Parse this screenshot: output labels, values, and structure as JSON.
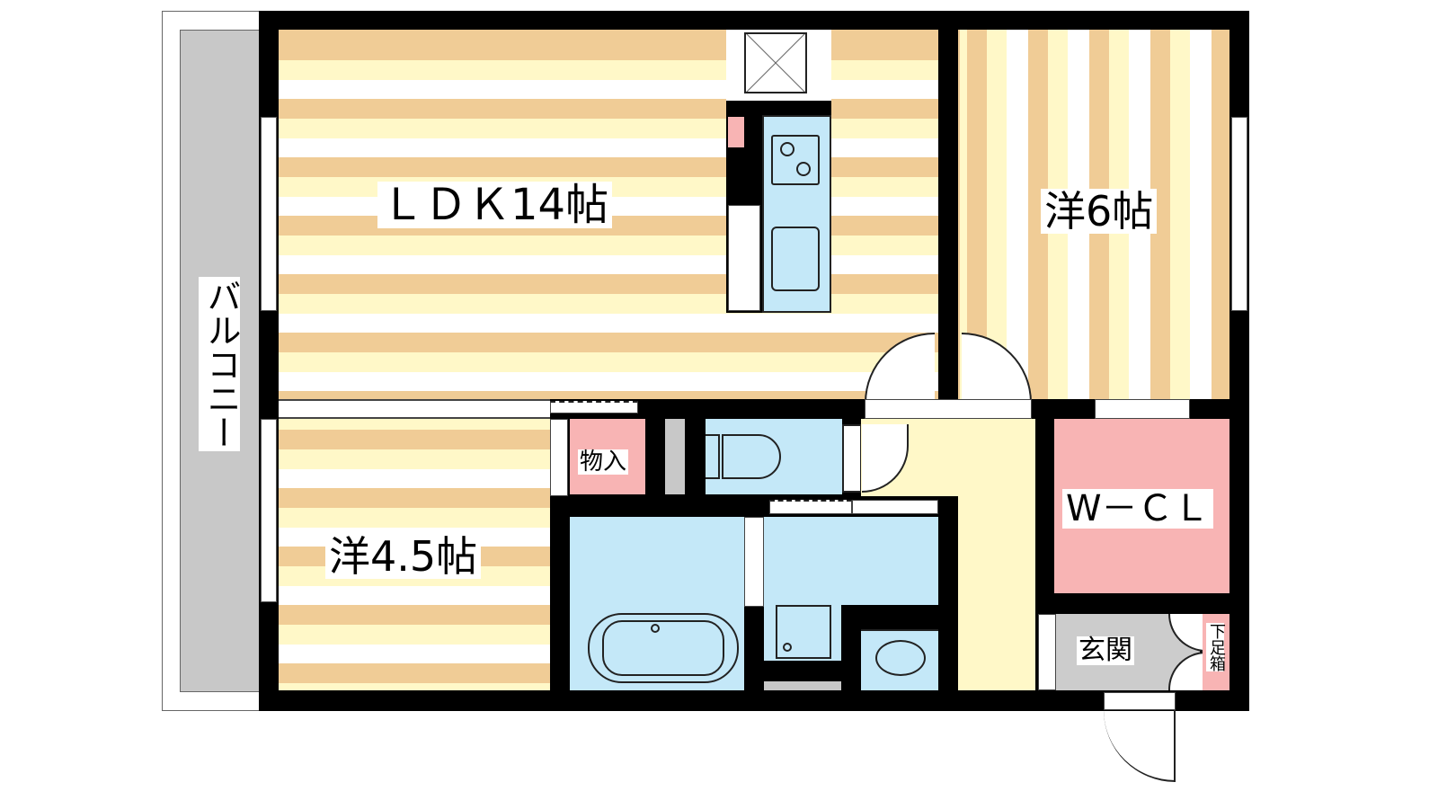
{
  "rooms": {
    "ldk": "ＬＤＫ14帖",
    "western6": "洋6帖",
    "western45": "洋4.5帖",
    "storage": "物入",
    "wcl": "W－ＣＬ",
    "entrance": "玄関",
    "shoe_box": "下足箱",
    "balcony": "バルコニー"
  },
  "colors": {
    "wall": "#000000",
    "floor_tan": "#f0cc96",
    "floor_cream": "#fff8c8",
    "wet_area": "#c4e8f8",
    "closet": "#f8b4b4",
    "hall": "#fff8c8",
    "entrance": "#cccccc",
    "balcony": "#c8c8c8"
  }
}
